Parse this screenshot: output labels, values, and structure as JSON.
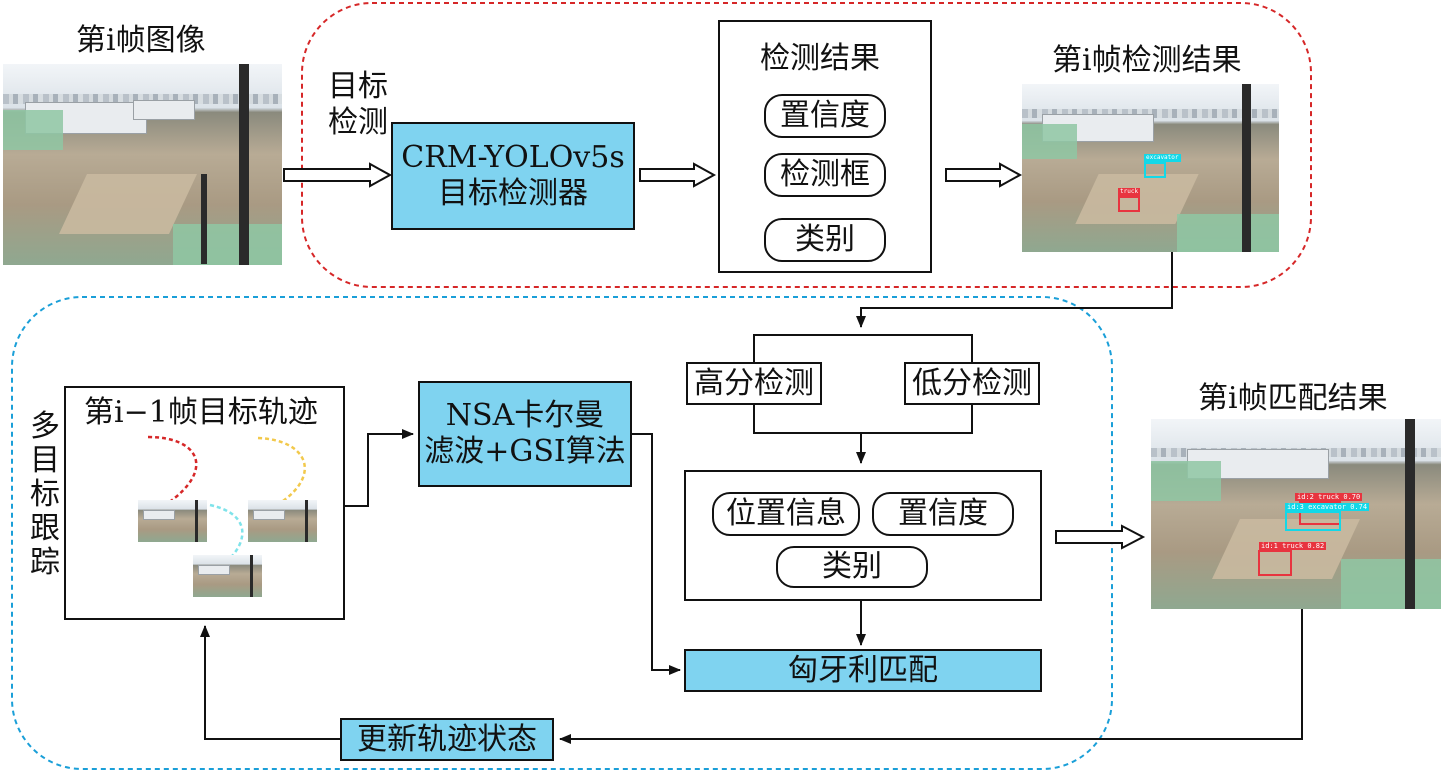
{
  "titles": {
    "frame_image": "第i帧图像",
    "frame_detection": "第i帧检测结果",
    "frame_match": "第i帧匹配结果",
    "prev_track": "第i−1帧目标轨迹",
    "detection_results": "检测结果"
  },
  "labels": {
    "target_detection_line1": "目标",
    "target_detection_line2": "检测",
    "multi_target_tracking": [
      "多",
      "目",
      "标",
      "跟",
      "踪"
    ]
  },
  "boxes": {
    "detector_line1": "CRM-YOLOv5s",
    "detector_line2": "目标检测器",
    "filter_line1": "NSA卡尔曼",
    "filter_line2": "滤波+GSI算法",
    "hungarian": "匈牙利匹配",
    "update": "更新轨迹状态",
    "high_score": "高分检测",
    "low_score": "低分检测"
  },
  "pills": {
    "confidence": "置信度",
    "bbox": "检测框",
    "category": "类别",
    "position_info": "位置信息",
    "confidence2": "置信度",
    "category2": "类别"
  },
  "photo_tags": {
    "det_a": "excavator",
    "det_b": "truck",
    "match_a": "id:2 truck 0.70",
    "match_b": "id:3 excavator 0.74",
    "match_c": "id:1 truck 0.82"
  },
  "colors": {
    "box_fill": "#7fd3f0",
    "detection_region": "#d62728",
    "tracking_region": "#1a9fd8",
    "track_red": "#d62728",
    "track_yellow": "#f2c94c",
    "track_cyan": "#7fe3ea"
  }
}
